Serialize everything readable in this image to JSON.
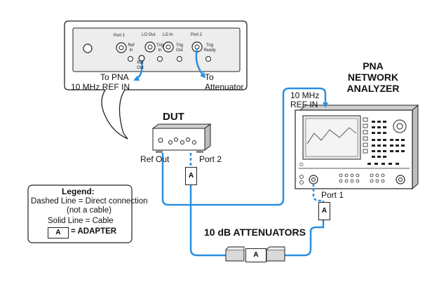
{
  "panel": {
    "port1": "Port 1",
    "ref_in": "Ref In",
    "ref_out": "Ref Out",
    "lo_out": "LO Out",
    "lo_in": "LO In",
    "trig_in": "Trig In",
    "trig_out": "Trig Out",
    "port2": "Port 2",
    "trig_ready": "Trig Ready",
    "to_pna": "To PNA",
    "ref_in_10mhz": "10 MHz REF IN",
    "to": "To",
    "attenuator": "Attenuator"
  },
  "dut": {
    "title": "DUT",
    "ref_out": "Ref Out",
    "port2": "Port 2"
  },
  "pna": {
    "title_lines": [
      "PNA",
      "NETWORK",
      "ANALYZER"
    ],
    "ref_in_lines": [
      "10 MHz",
      "REF IN"
    ],
    "port1": "Port 1"
  },
  "attenuators": {
    "label": "10 dB ATTENUATORS"
  },
  "adapter_letter": "A",
  "legend": {
    "title": "Legend:",
    "dashed_line": "Dashed Line = Direct connection",
    "not_a_cable": "(not a cable)",
    "solid_line": "Solid Line = Cable",
    "adapter_letter": "A",
    "adapter_text": "= ADAPTER"
  },
  "colors": {
    "cable": "#2a8fe0",
    "outline": "#222222",
    "gray_fill": "#d9d9d9"
  }
}
